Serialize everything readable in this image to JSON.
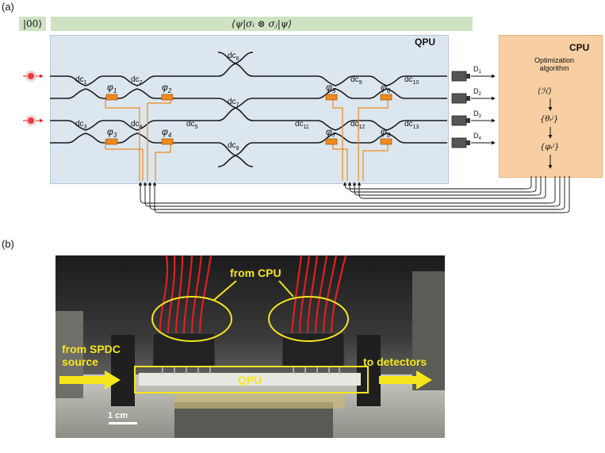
{
  "panel_a": {
    "label": "(a)",
    "ket_label": "|00⟩",
    "expectation_label": "⟨ψ|σᵢ ⊗ σⱼ|ψ⟩",
    "qpu_title": "QPU",
    "cpu_title": "CPU",
    "cpu_lines": [
      "Optimization",
      "algorithm"
    ],
    "cpu_steps": [
      "⟨ℋ⟩",
      "{θᵢʲ}",
      "{φᵢʲ}"
    ],
    "couplers": [
      {
        "base": "dc",
        "sub": "1"
      },
      {
        "base": "dc",
        "sub": "2"
      },
      {
        "base": "dc",
        "sub": "3"
      },
      {
        "base": "dc",
        "sub": "4"
      },
      {
        "base": "dc",
        "sub": "5"
      },
      {
        "base": "dc",
        "sub": "6"
      },
      {
        "base": "dc",
        "sub": "7"
      },
      {
        "base": "dc",
        "sub": "8"
      },
      {
        "base": "dc",
        "sub": "9"
      },
      {
        "base": "dc",
        "sub": "10"
      },
      {
        "base": "dc",
        "sub": "11"
      },
      {
        "base": "dc",
        "sub": "12"
      },
      {
        "base": "dc",
        "sub": "13"
      }
    ],
    "phases": [
      {
        "base": "φ",
        "sub": "1"
      },
      {
        "base": "φ",
        "sub": "2"
      },
      {
        "base": "φ",
        "sub": "3"
      },
      {
        "base": "φ",
        "sub": "4"
      },
      {
        "base": "φ",
        "sub": "5"
      },
      {
        "base": "φ",
        "sub": "6"
      },
      {
        "base": "φ",
        "sub": "7"
      },
      {
        "base": "φ",
        "sub": "8"
      }
    ],
    "detectors": [
      {
        "base": "D",
        "sub": "1"
      },
      {
        "base": "D",
        "sub": "2"
      },
      {
        "base": "D",
        "sub": "3"
      },
      {
        "base": "D",
        "sub": "4"
      }
    ]
  },
  "panel_b": {
    "label": "(b)",
    "from_cpu": "from CPU",
    "from_spdc": [
      "from SPDC",
      "source"
    ],
    "to_detectors": "to detectors",
    "qpu_label": "QPU",
    "scale_bar": "1 cm"
  },
  "colors": {
    "qpu_bg": "#dbe6ef",
    "cpu_bg": "#f8cfa2",
    "bar_green": "#cfe3c3",
    "heater": "#f08a1c",
    "annotation_yellow": "#f5e61b",
    "photon_red": "#e8202a"
  }
}
